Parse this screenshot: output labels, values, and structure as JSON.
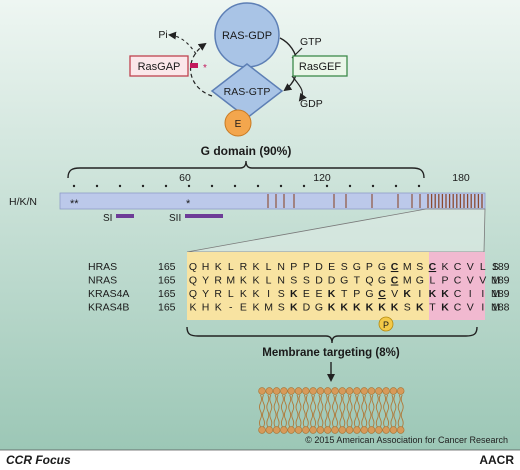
{
  "cycle": {
    "gdp_node": "RAS-GDP",
    "gtp_node": "RAS-GTP",
    "gap_box": "RasGAP",
    "gef_box": "RasGEF",
    "pi_label": "Pi",
    "gtp_label": "GTP",
    "gdp_label": "GDP",
    "effector": "E",
    "star": "*"
  },
  "domain": {
    "g_domain_label": "G domain (90%)",
    "isoform_label": "H/K/N",
    "ticks": [
      "60",
      "120",
      "180"
    ],
    "stars_left": "**",
    "star_mid": "*",
    "switch1": "SI",
    "switch2": "SII"
  },
  "alignment": {
    "rows": [
      {
        "name": "HRAS",
        "start": "165",
        "residues": [
          "Q",
          "H",
          "K",
          "L",
          "R",
          "K",
          "L",
          "N",
          "P",
          "P",
          "D",
          "E",
          "S",
          "G",
          "P",
          "G",
          "C",
          "M",
          "S",
          "C",
          "K",
          "C",
          "V",
          "L",
          "S"
        ],
        "end": "189"
      },
      {
        "name": "NRAS",
        "start": "165",
        "residues": [
          "Q",
          "Y",
          "R",
          "M",
          "K",
          "K",
          "L",
          "N",
          "S",
          "S",
          "D",
          "D",
          "G",
          "T",
          "Q",
          "G",
          "C",
          "M",
          "G",
          "L",
          "P",
          "C",
          "V",
          "V",
          "M"
        ],
        "end": "189"
      },
      {
        "name": "KRAS4A",
        "start": "165",
        "residues": [
          "Q",
          "Y",
          "R",
          "L",
          "K",
          "K",
          "I",
          "S",
          "K",
          "E",
          "E",
          "K",
          "T",
          "P",
          "G",
          "C",
          "V",
          "K",
          "I",
          "K",
          "K",
          "C",
          "I",
          "I",
          "M"
        ],
        "end": "189"
      },
      {
        "name": "KRAS4B",
        "start": "165",
        "residues": [
          "K",
          "H",
          "K",
          "-",
          "E",
          "K",
          "M",
          "S",
          "K",
          "D",
          "G",
          "K",
          "K",
          "K",
          "K",
          "K",
          "K",
          "S",
          "K",
          "T",
          "K",
          "C",
          "V",
          "I",
          "M"
        ],
        "end": "188"
      }
    ],
    "phospho": "P",
    "membrane_label": "Membrane targeting (8%)"
  },
  "footer": {
    "copyright": "© 2015 American Association for Cancer Research",
    "left": "CCR Focus",
    "right": "AACR"
  },
  "colors": {
    "bg_top": "#e9f3ef",
    "bg_bottom": "#9fc9b9",
    "node_fill": "#a9c4e6",
    "node_stroke": "#5d7fb5",
    "gap_stroke": "#c0424f",
    "gef_stroke": "#3d8a4a",
    "effector": "#f3a64d",
    "bar": "#bcc9ea",
    "bar_line": "#8b4a2e",
    "yellow": "#f8e3a1",
    "pink": "#f1b9d0",
    "purple": "#6d3c97",
    "green_residue": "#2f8a2f",
    "blue_residue": "#2a3fa8",
    "membrane": "#d69a5a"
  }
}
